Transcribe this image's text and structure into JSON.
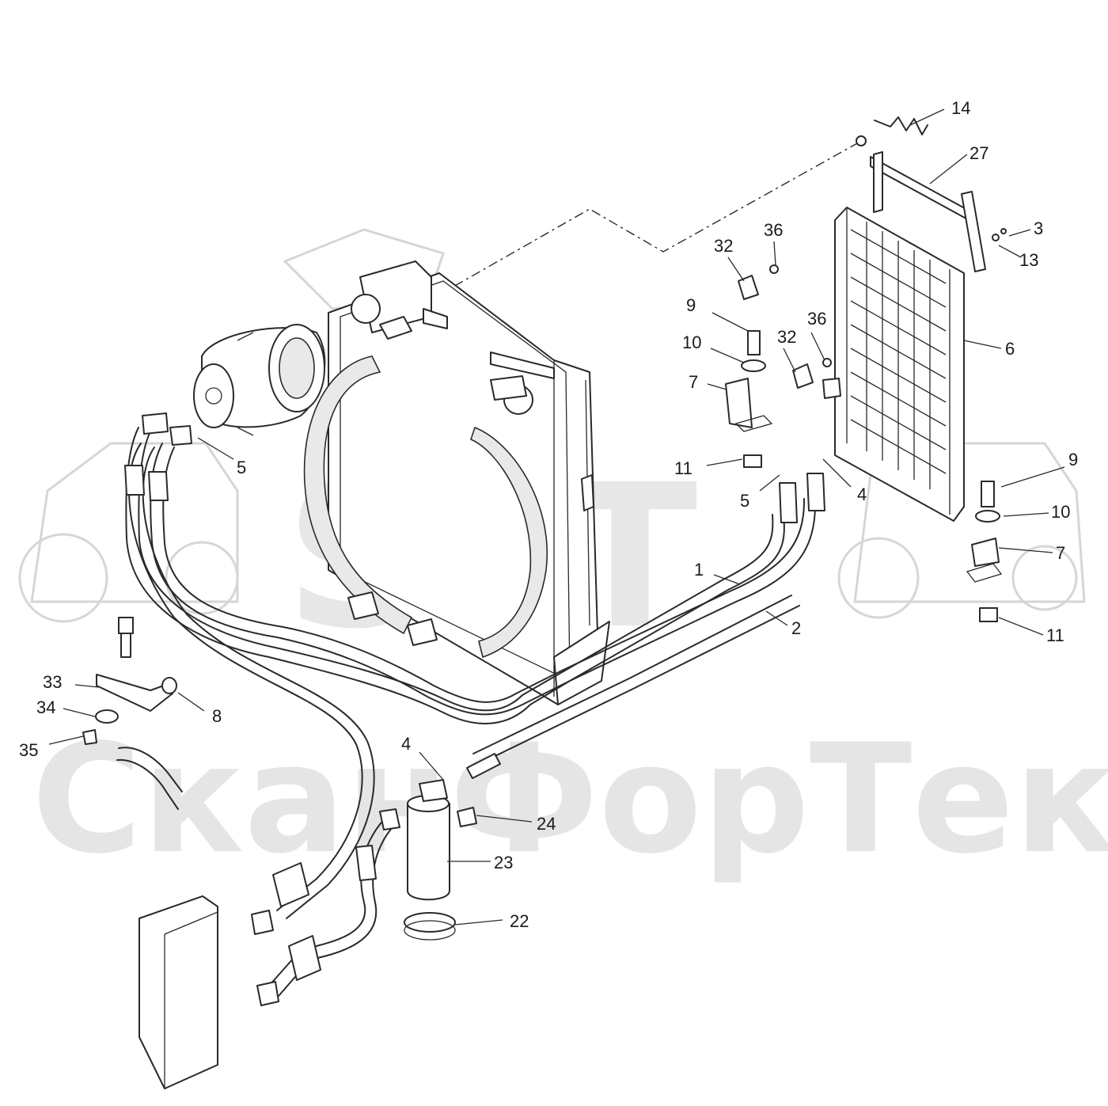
{
  "watermark": {
    "logo": "SFT",
    "text": "СканФорТек"
  },
  "callouts": [
    {
      "id": "c14",
      "label": "14"
    },
    {
      "id": "c27",
      "label": "27"
    },
    {
      "id": "c3",
      "label": "3"
    },
    {
      "id": "c13",
      "label": "13"
    },
    {
      "id": "c32a",
      "label": "32"
    },
    {
      "id": "c36a",
      "label": "36"
    },
    {
      "id": "c9a",
      "label": "9"
    },
    {
      "id": "c10a",
      "label": "10"
    },
    {
      "id": "c7a",
      "label": "7"
    },
    {
      "id": "c11a",
      "label": "11"
    },
    {
      "id": "c36b",
      "label": "36"
    },
    {
      "id": "c32b",
      "label": "32"
    },
    {
      "id": "c6",
      "label": "6"
    },
    {
      "id": "c5a",
      "label": "5"
    },
    {
      "id": "c5b",
      "label": "5"
    },
    {
      "id": "c4a",
      "label": "4"
    },
    {
      "id": "c9b",
      "label": "9"
    },
    {
      "id": "c10b",
      "label": "10"
    },
    {
      "id": "c7b",
      "label": "7"
    },
    {
      "id": "c1",
      "label": "1"
    },
    {
      "id": "c2",
      "label": "2"
    },
    {
      "id": "c11b",
      "label": "11"
    },
    {
      "id": "c33",
      "label": "33"
    },
    {
      "id": "c34",
      "label": "34"
    },
    {
      "id": "c8",
      "label": "8"
    },
    {
      "id": "c35",
      "label": "35"
    },
    {
      "id": "c4b",
      "label": "4"
    },
    {
      "id": "c24",
      "label": "24"
    },
    {
      "id": "c23",
      "label": "23"
    },
    {
      "id": "c22",
      "label": "22"
    }
  ]
}
